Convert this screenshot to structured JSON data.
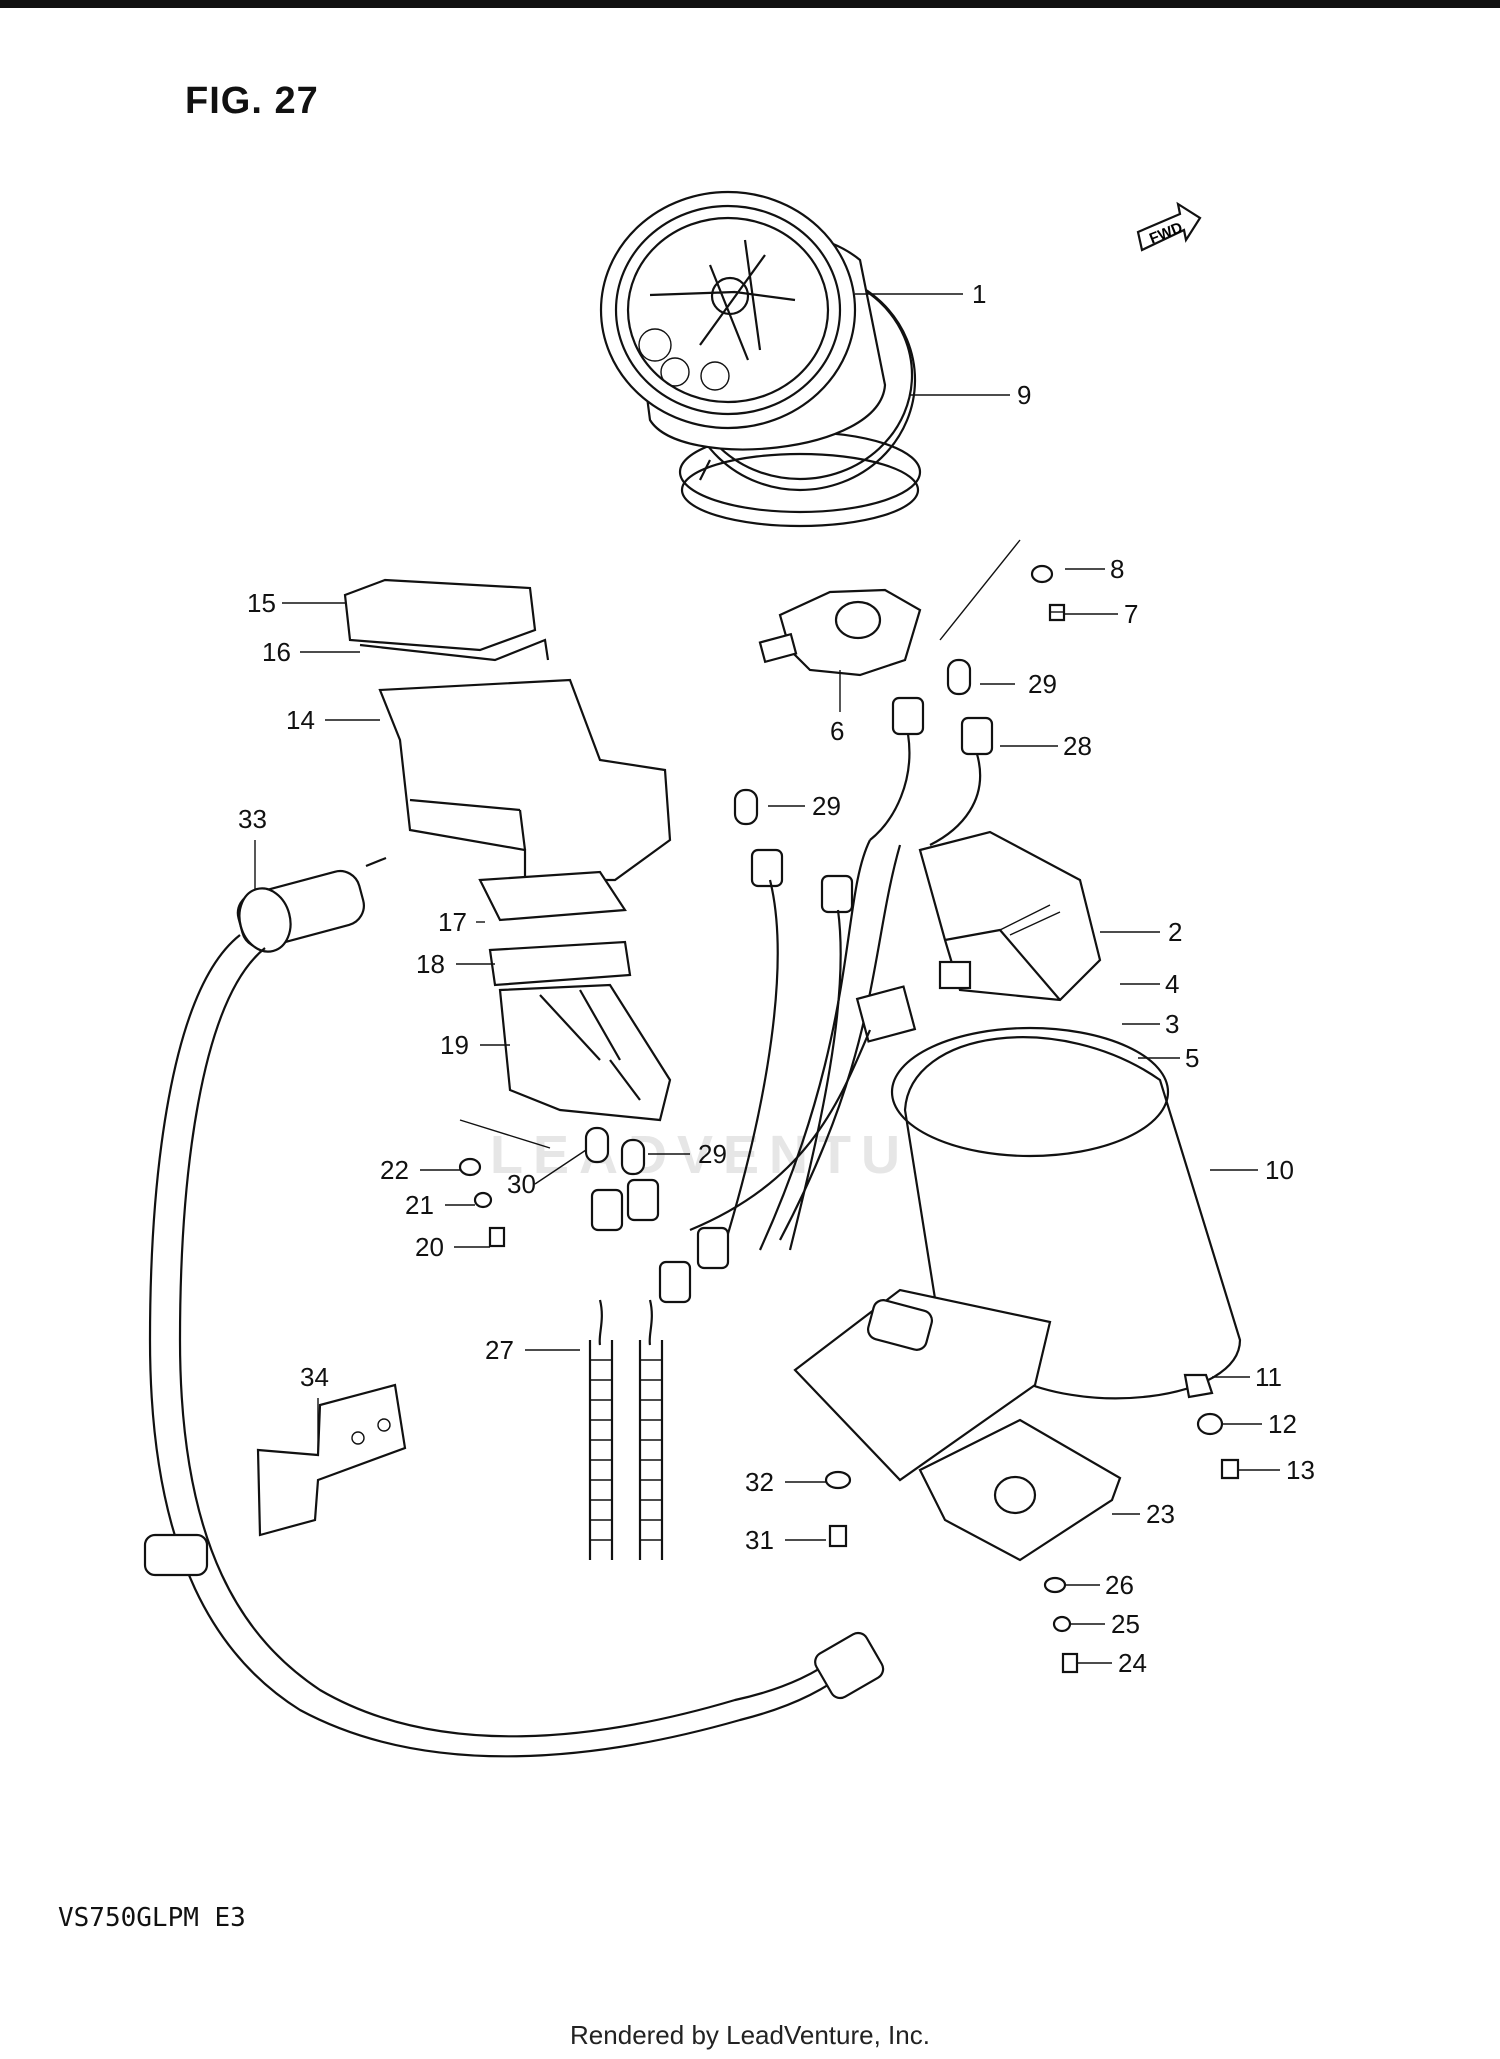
{
  "figure": {
    "title": "FIG. 27",
    "model": "VS750GLPM E3",
    "footer": "Rendered by LeadVenture, Inc.",
    "watermark": "LEADVENTURE",
    "fwd_marker": "FWD"
  },
  "callouts": [
    {
      "id": "c1",
      "label": "1"
    },
    {
      "id": "c2",
      "label": "2"
    },
    {
      "id": "c3",
      "label": "3"
    },
    {
      "id": "c4",
      "label": "4"
    },
    {
      "id": "c5",
      "label": "5"
    },
    {
      "id": "c6",
      "label": "6"
    },
    {
      "id": "c7",
      "label": "7"
    },
    {
      "id": "c8",
      "label": "8"
    },
    {
      "id": "c9",
      "label": "9"
    },
    {
      "id": "c10",
      "label": "10"
    },
    {
      "id": "c11",
      "label": "11"
    },
    {
      "id": "c12",
      "label": "12"
    },
    {
      "id": "c13",
      "label": "13"
    },
    {
      "id": "c14",
      "label": "14"
    },
    {
      "id": "c15",
      "label": "15"
    },
    {
      "id": "c16",
      "label": "16"
    },
    {
      "id": "c17",
      "label": "17"
    },
    {
      "id": "c18",
      "label": "18"
    },
    {
      "id": "c19",
      "label": "19"
    },
    {
      "id": "c20",
      "label": "20"
    },
    {
      "id": "c21",
      "label": "21"
    },
    {
      "id": "c22",
      "label": "22"
    },
    {
      "id": "c23",
      "label": "23"
    },
    {
      "id": "c24",
      "label": "24"
    },
    {
      "id": "c25",
      "label": "25"
    },
    {
      "id": "c26",
      "label": "26"
    },
    {
      "id": "c27",
      "label": "27"
    },
    {
      "id": "c28",
      "label": "28"
    },
    {
      "id": "c29a",
      "label": "29"
    },
    {
      "id": "c29b",
      "label": "29"
    },
    {
      "id": "c29c",
      "label": "29"
    },
    {
      "id": "c30",
      "label": "30"
    },
    {
      "id": "c31",
      "label": "31"
    },
    {
      "id": "c32",
      "label": "32"
    },
    {
      "id": "c33",
      "label": "33"
    },
    {
      "id": "c34",
      "label": "34"
    }
  ]
}
